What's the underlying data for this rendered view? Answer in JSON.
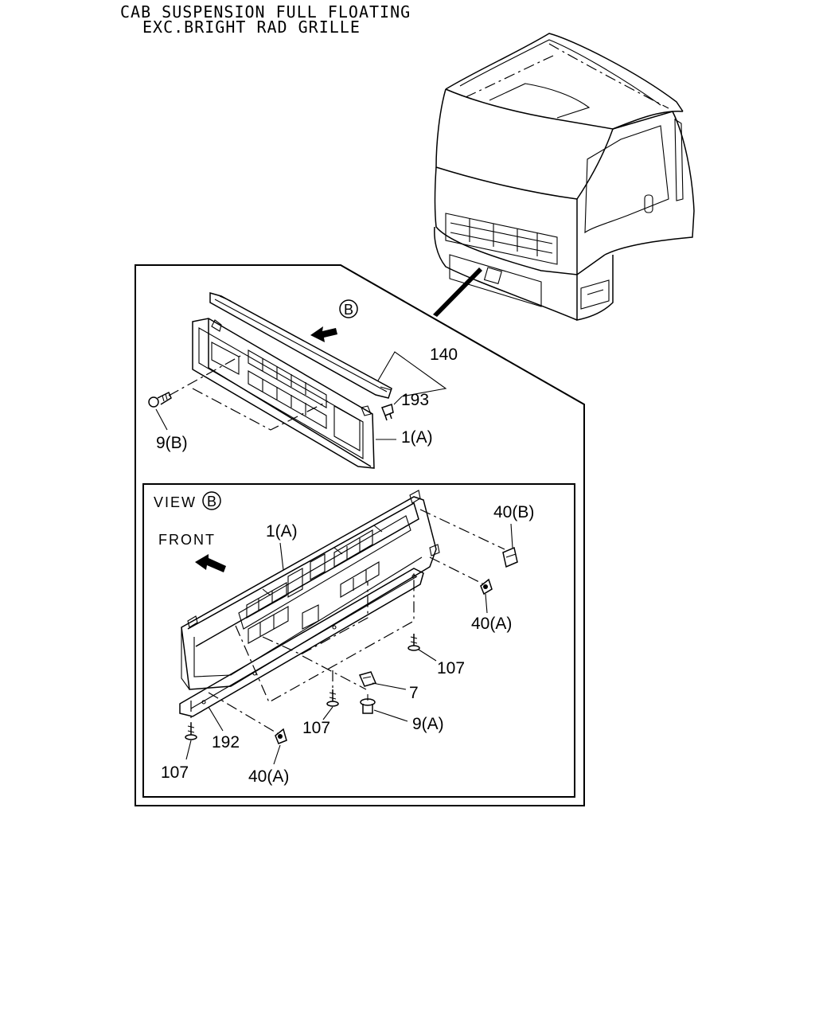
{
  "header": {
    "line1": "CAB SUSPENSION FULL FLOATING",
    "line2": "EXC.BRIGHT RAD GRILLE"
  },
  "upper_panel": {
    "view_marker": "B",
    "labels": {
      "p140": "140",
      "p193": "193",
      "p1a": "1(A)",
      "p9b": "9(B)"
    }
  },
  "view_panel": {
    "title": "VIEW",
    "title_marker": "B",
    "front_label": "FRONT",
    "labels": {
      "p1a": "1(A)",
      "p40b": "40(B)",
      "p40a_right": "40(A)",
      "p107_right": "107",
      "p7": "7",
      "p107_mid": "107",
      "p9a": "9(A)",
      "p192": "192",
      "p107_left": "107",
      "p40a_bottom": "40(A)"
    }
  }
}
